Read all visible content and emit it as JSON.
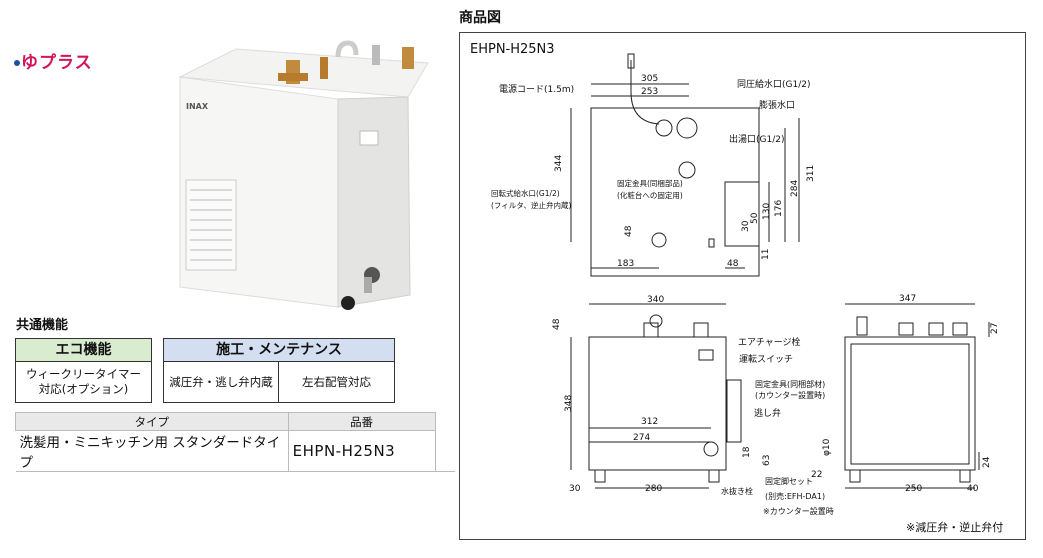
{
  "logo": {
    "text": "ゆプラス"
  },
  "photo": {
    "brand_label": "INAX"
  },
  "common": {
    "title": "共通機能",
    "eco": {
      "header": "エコ機能",
      "text": "ウィークリータイマー\n対応(オプション)"
    },
    "maintenance": {
      "header": "施工・メンテナンス",
      "col1": "減圧弁・逃し弁内蔵",
      "col2": "左右配管対応"
    }
  },
  "type_table": {
    "headers": [
      "タイプ",
      "品番"
    ],
    "rows": [
      {
        "type": "洗髪用・ミニキッチン用 スタンダードタイプ",
        "model": "EHPN-H25N3"
      }
    ]
  },
  "diagram": {
    "title": "商品図",
    "model": "EHPN-H25N3",
    "note": "※減圧弁・逆止弁付",
    "labels": {
      "power_cord": "電源コード(1.5m)",
      "same_pressure_inlet": "同圧給水口(G1/2)",
      "expansion_outlet": "膨張水口",
      "hot_outlet": "出湯口(G1/2)",
      "fixture": "固定金具(同梱部品)",
      "fixture_sub": "(化粧台への固定用)",
      "rotary_inlet": "回転式給水口(G1/2)",
      "rotary_inlet_sub": "(フィルタ、逆止弁内蔵)",
      "air_charge": "エアチャージ栓",
      "run_switch": "運転スイッチ",
      "fixture2": "固定金具(同梱部材)",
      "fixture2_sub": "(カウンター設置時)",
      "relief_valve": "逃し弁",
      "drain_plug": "水抜き栓",
      "leg_set": "固定脚セット",
      "leg_set_sub": "(別売:EFH-DA1)",
      "leg_set_note": "※カウンター設置時"
    },
    "dims_top": [
      "305",
      "253",
      "344",
      "183",
      "48",
      "48",
      "311",
      "284",
      "176",
      "130",
      "50",
      "30",
      "11"
    ],
    "dims_front": [
      "340",
      "48",
      "348",
      "312",
      "274",
      "280",
      "30",
      "18",
      "63"
    ],
    "dims_side": [
      "347",
      "27",
      "φ10",
      "22",
      "24",
      "250",
      "40"
    ]
  }
}
